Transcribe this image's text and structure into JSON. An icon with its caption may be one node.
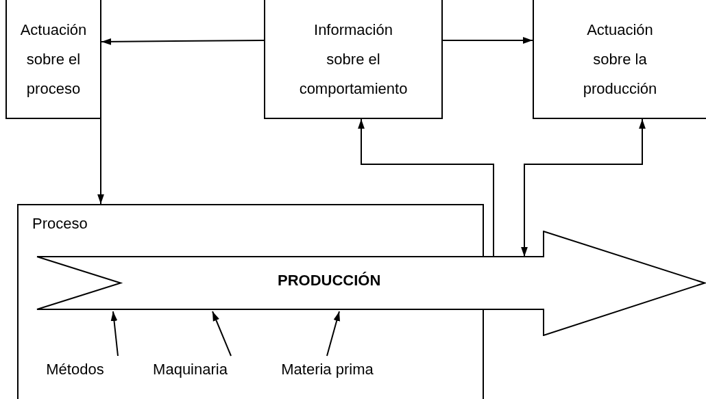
{
  "diagram": {
    "nodes": [
      {
        "text": [
          "Actuación sobre el proceso"
        ]
      },
      {
        "text": [
          "Información sobre el comportamiento"
        ]
      },
      {
        "text": [
          "Actuación sobre la producción"
        ]
      },
      {
        "text": [
          "Proceso"
        ]
      },
      {
        "text": [
          "PRODUCCIÓN"
        ]
      },
      {
        "text": [
          "Métodos"
        ],
        "in": 3
      },
      {
        "text": [
          "Maquinaria"
        ],
        "in": 3
      },
      {
        "text": [
          "Materia prima"
        ],
        "in": 3
      }
    ],
    "edges": [
      {
        "from": 1,
        "to": 0,
        "arrow": "to"
      },
      {
        "from": 1,
        "to": 2,
        "arrow": "to"
      },
      {
        "from": 0,
        "to": 3,
        "arrow": "to"
      },
      {
        "from": 4,
        "to": 1,
        "arrow": "to"
      },
      {
        "from": 2,
        "to": 4,
        "arrow": "both"
      },
      {
        "from": 5,
        "to": 4,
        "arrow": "to"
      },
      {
        "from": 6,
        "to": 4,
        "arrow": "to"
      },
      {
        "from": 7,
        "to": 4,
        "arrow": "to"
      }
    ]
  }
}
